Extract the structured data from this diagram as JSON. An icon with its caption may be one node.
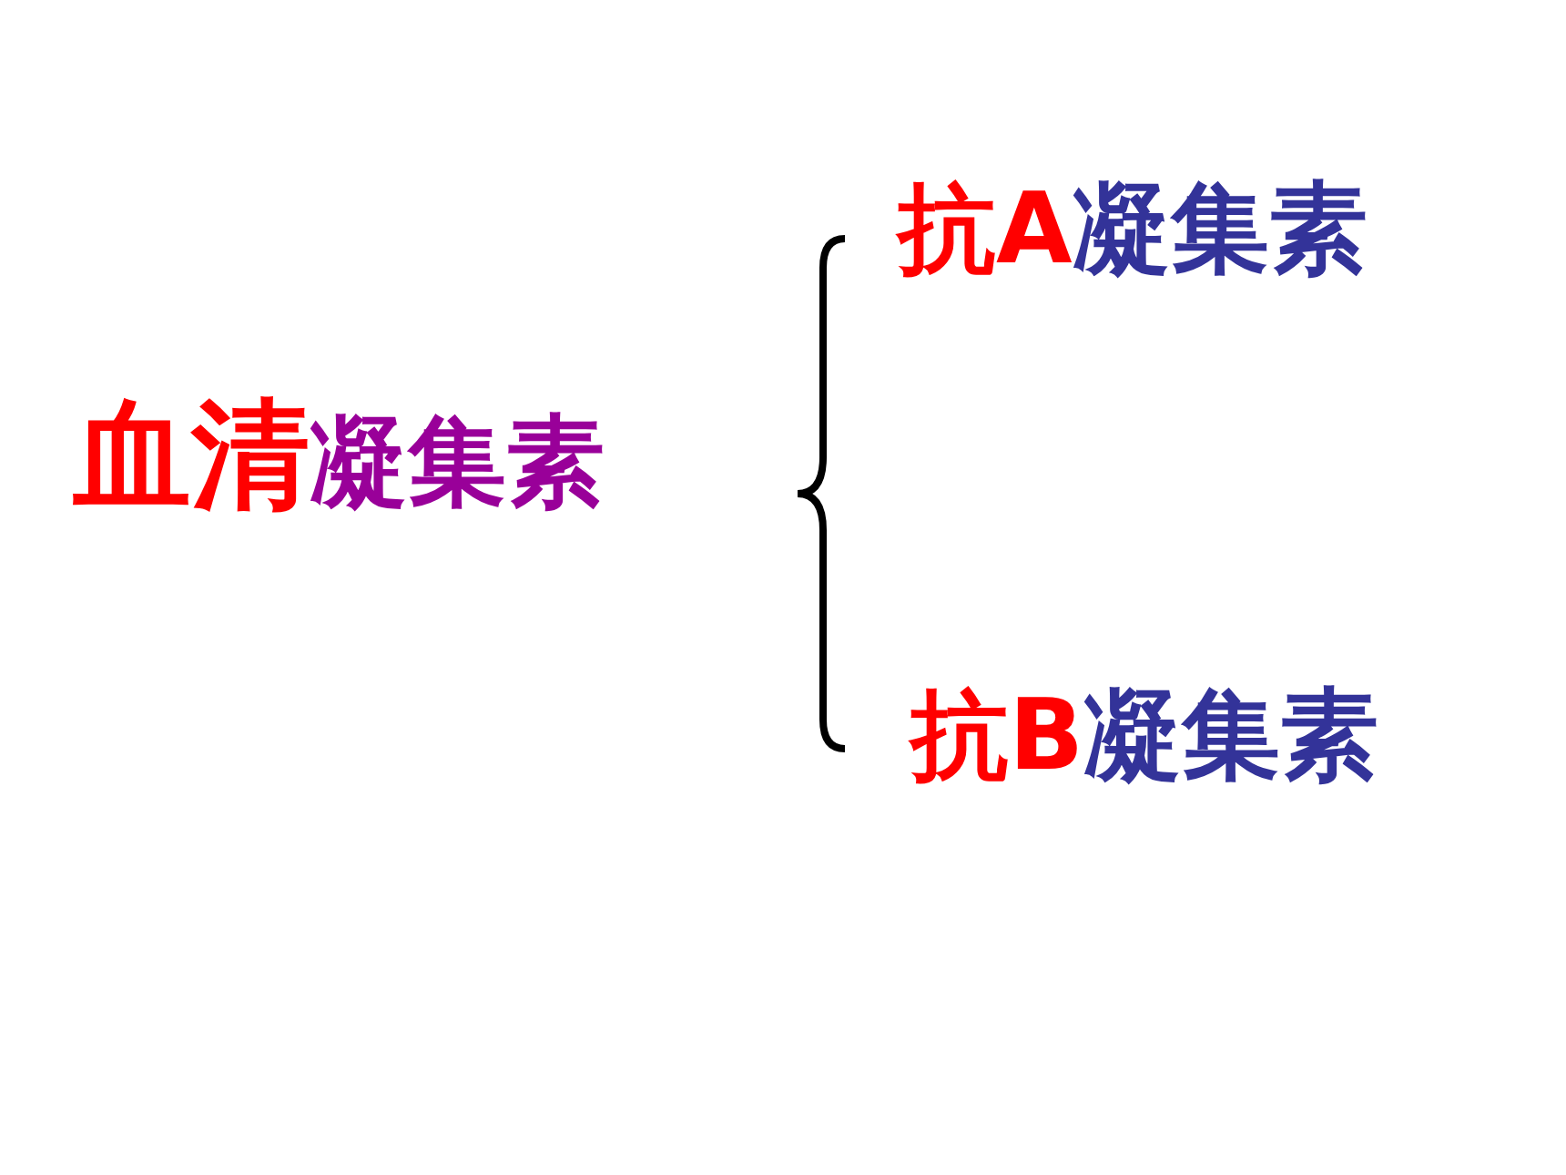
{
  "diagram": {
    "labels": [
      "血清凝集素",
      "抗A凝集素",
      "抗B凝集素"
    ]
  }
}
